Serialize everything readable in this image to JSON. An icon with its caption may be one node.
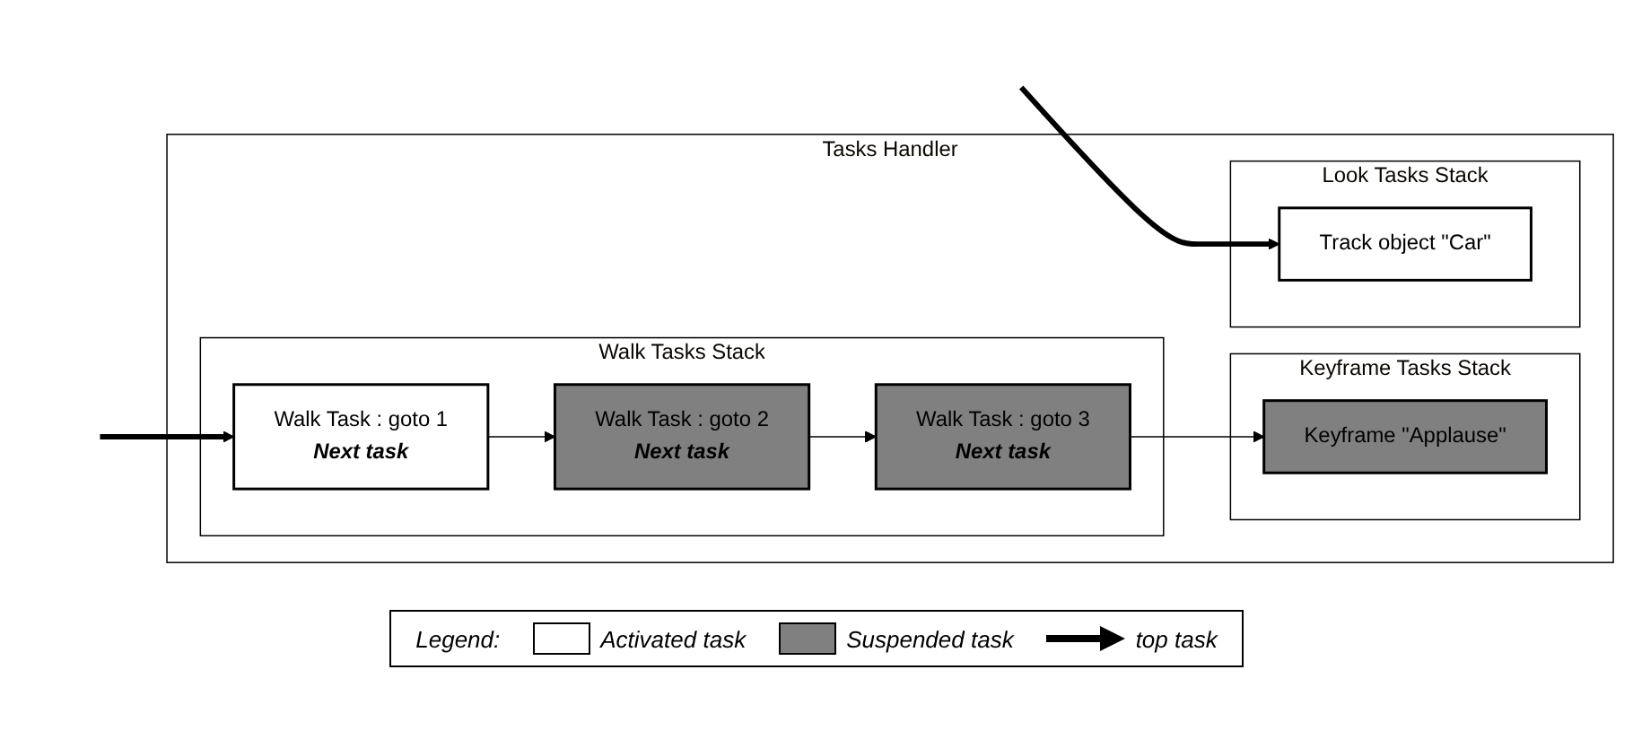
{
  "diagram": {
    "nodes": [
      {
        "text": [
          "Tasks Handler"
        ]
      },
      {
        "text": [
          "Walk Tasks Stack"
        ],
        "in": 0
      },
      {
        "text": [
          "Keyframe Tasks Stack"
        ],
        "in": 0
      },
      {
        "text": [
          "Look Tasks Stack"
        ],
        "in": 0
      },
      {
        "text": [
          "Walk Task : goto 1",
          "Next task"
        ],
        "in": 1
      },
      {
        "text": [
          "Walk Task : goto 2",
          "Next task"
        ],
        "in": 1
      },
      {
        "text": [
          "Walk Task : goto 3",
          "Next task"
        ],
        "in": 1
      },
      {
        "text": [
          "Keyframe \"Applause\""
        ],
        "in": 2
      },
      {
        "text": [
          "Track object \"Car\""
        ],
        "in": 3
      }
    ],
    "edges": [
      {
        "from": null,
        "to": 4,
        "arrow": "to",
        "style": "thick"
      },
      {
        "from": 4,
        "to": 5,
        "arrow": "to"
      },
      {
        "from": 5,
        "to": 6,
        "arrow": "to"
      },
      {
        "from": 6,
        "to": 7,
        "arrow": "to"
      },
      {
        "from": null,
        "to": 8,
        "arrow": "to",
        "style": "thick"
      }
    ],
    "labels": [
      "Legend:"
    ],
    "legend": [
      {
        "text": "Activated task",
        "color": "#ffffff"
      },
      {
        "text": "Suspended task",
        "color": "#808080"
      },
      {
        "text": "top task"
      }
    ]
  }
}
